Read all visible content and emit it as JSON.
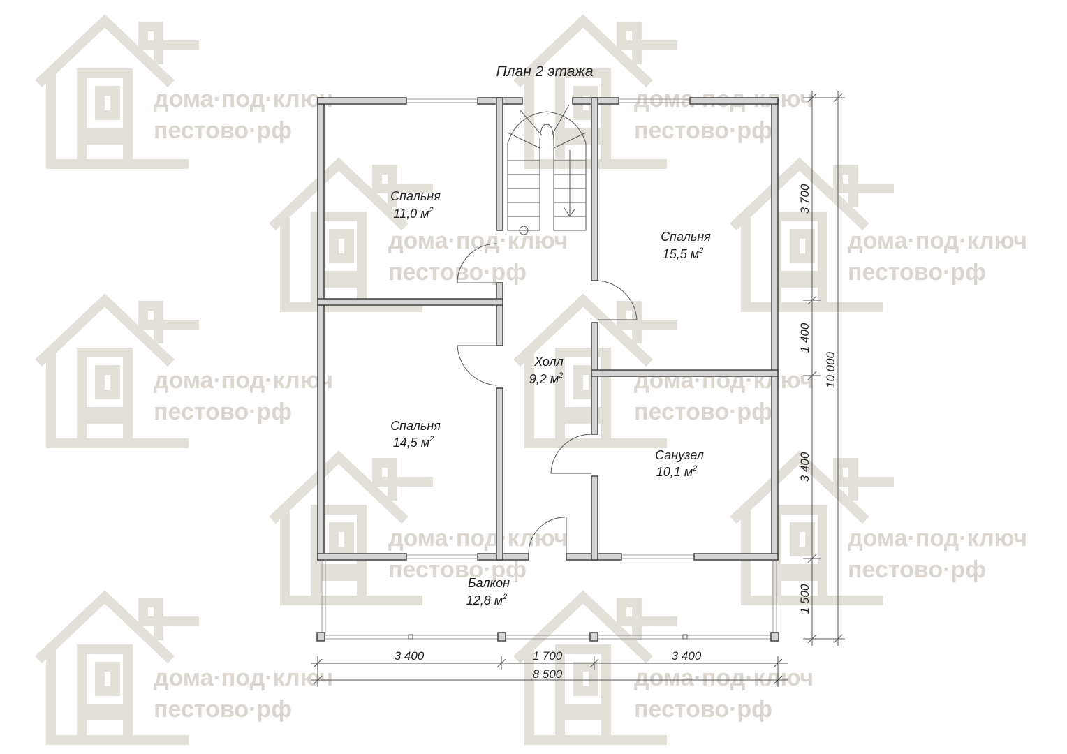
{
  "title": "План 2 этажа",
  "watermark": {
    "line1": "дома·под·ключ",
    "line2": "пестово·рф",
    "icon": "house-logo-icon"
  },
  "rooms": [
    {
      "id": "bedroom-1",
      "name": "Спальня",
      "area": "11,0 м"
    },
    {
      "id": "bedroom-2",
      "name": "Спальня",
      "area": "15,5 м"
    },
    {
      "id": "bedroom-3",
      "name": "Спальня",
      "area": "14,5 м"
    },
    {
      "id": "hall",
      "name": "Холл",
      "area": "9,2 м"
    },
    {
      "id": "bathroom",
      "name": "Санузел",
      "area": "10,1 м"
    },
    {
      "id": "balcony",
      "name": "Балкон",
      "area": "12,8 м"
    }
  ],
  "area_superscript": "2",
  "dimensions": {
    "bottom": [
      "3 400",
      "1 700",
      "3 400"
    ],
    "bottom_total": "8 500",
    "right": [
      "3 700",
      "1 400",
      "3 400",
      "1 500"
    ],
    "right_total": "10 000"
  },
  "colors": {
    "wall_fill": "#d4d4d4",
    "wall_stroke": "#4a4a4a",
    "watermark": "#dbd6d0"
  }
}
